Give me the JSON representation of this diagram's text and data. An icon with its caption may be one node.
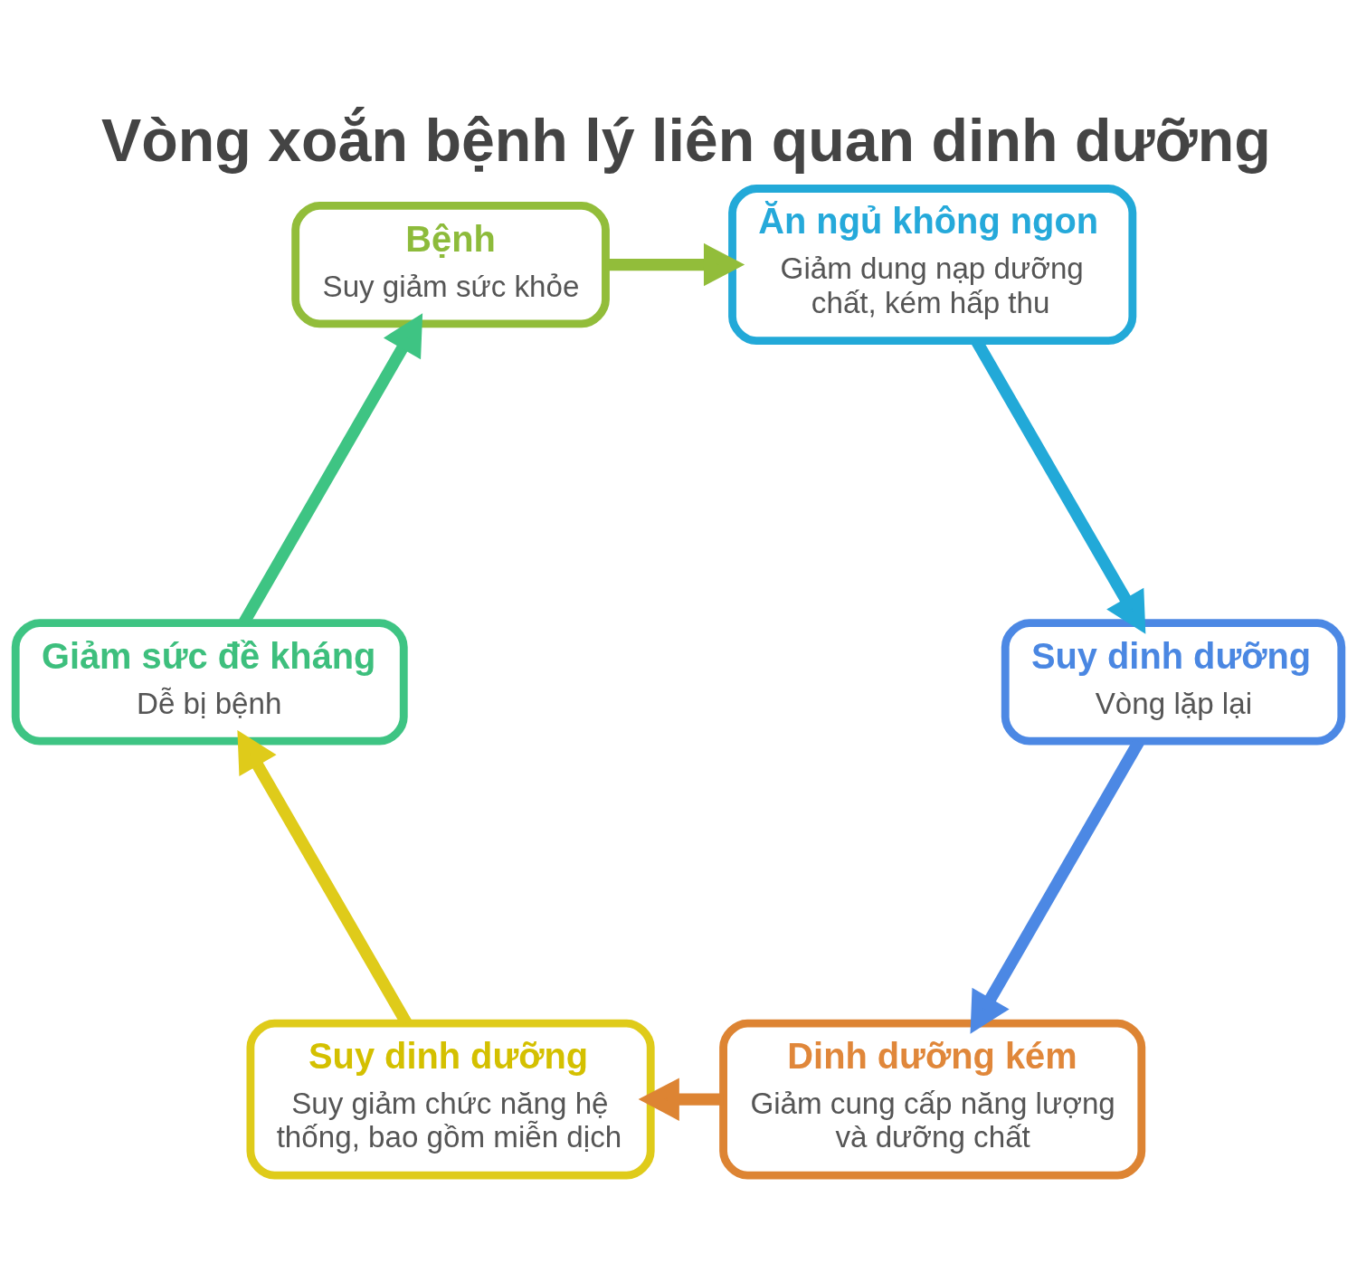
{
  "diagram": {
    "title": "Vòng xoắn bệnh lý liên quan dinh dưỡng",
    "nodes": [
      {
        "text": [
          "Dinh dưỡng kém",
          "Giảm cung cấp năng lượng và dưỡng chất"
        ]
      },
      {
        "text": [
          "Suy dinh dưỡng",
          "Suy giảm chức năng hệ thống, bao gồm miễn dịch"
        ]
      },
      {
        "text": [
          "Giảm sức đề kháng",
          "Dễ bị bệnh"
        ]
      },
      {
        "text": [
          "Bệnh",
          "Suy giảm sức khỏe"
        ]
      },
      {
        "text": [
          "Ăn ngủ không ngon",
          "Giảm dung nạp dưỡng chất, kém hấp thu"
        ]
      },
      {
        "text": [
          "Suy dinh dưỡng",
          "Vòng lặp lại"
        ]
      }
    ],
    "edges": [
      {
        "from": 0,
        "to": 1,
        "arrow": "to",
        "color": "#dd8433"
      },
      {
        "from": 1,
        "to": 2,
        "arrow": "to",
        "color": "#dfcb1a"
      },
      {
        "from": 2,
        "to": 3,
        "arrow": "to",
        "color": "#3ec483"
      },
      {
        "from": 3,
        "to": 4,
        "arrow": "to",
        "color": "#92bd3a"
      },
      {
        "from": 4,
        "to": 5,
        "arrow": "to",
        "color": "#22a9d8"
      },
      {
        "from": 5,
        "to": 0,
        "arrow": "to",
        "color": "#4c88e4"
      }
    ]
  }
}
